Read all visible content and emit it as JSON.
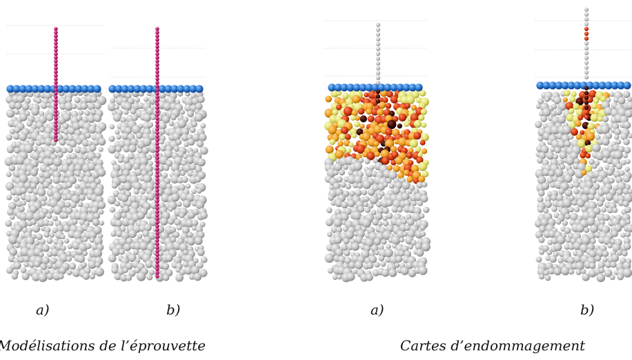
{
  "left_figure": {
    "sublabel_a": "a)",
    "sublabel_b": "b)",
    "caption": "Modélisations de l’éprouvette"
  },
  "right_figure": {
    "sublabel_a": "a)",
    "sublabel_b": "b)",
    "caption": "Cartes d’endommagement"
  },
  "colors": {
    "background": "#ffffff",
    "particle_grey": "#c4c4c4",
    "impactor_magenta": "#c2186e",
    "impactor_grey": "#c9c9c9",
    "top_layer_blue": "#2a79d1",
    "damage_low": "#e2e070",
    "damage_mid": "#f0a020",
    "damage_high": "#d63a10",
    "damage_max": "#3a0a05"
  }
}
